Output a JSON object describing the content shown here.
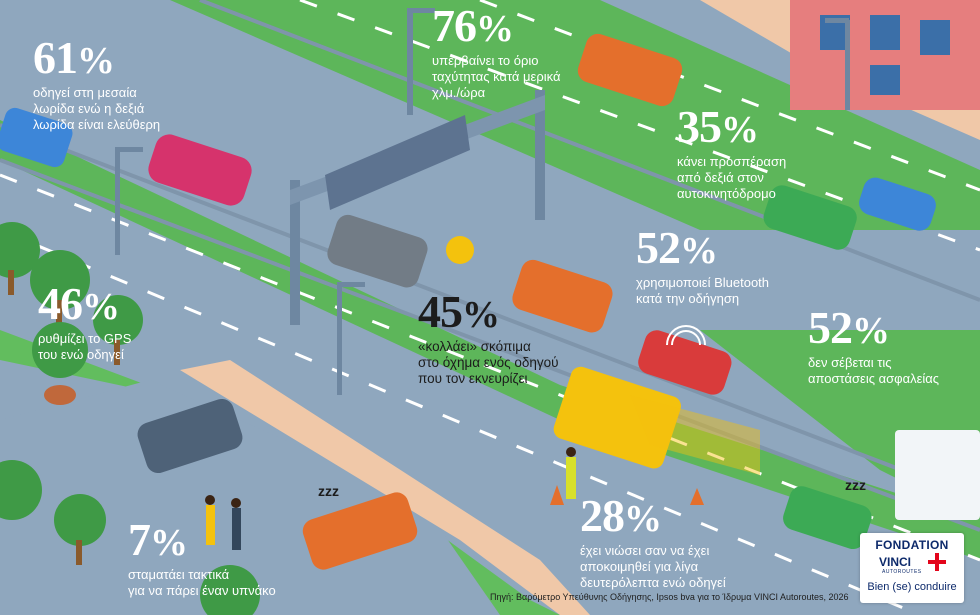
{
  "stats": [
    {
      "id": "s61",
      "value": "61",
      "unit": "%",
      "text": [
        "οδηγεί στη μεσαία",
        "λωρίδα ενώ η δεξιά",
        "λωρίδα είναι ελεύθερη"
      ]
    },
    {
      "id": "s76",
      "value": "76",
      "unit": "%",
      "text": [
        "υπερβαίνει το όριο",
        "ταχύτητας κατά μερικά",
        "χλμ./ώρα"
      ]
    },
    {
      "id": "s35",
      "value": "35",
      "unit": "%",
      "text": [
        "κάνει προσπέραση",
        "από δεξιά στον",
        "αυτοκινητόδρομο"
      ]
    },
    {
      "id": "s52a",
      "value": "52",
      "unit": "%",
      "text": [
        "χρησιμοποιεί Bluetooth",
        "κατά την οδήγηση"
      ]
    },
    {
      "id": "s46",
      "value": "46",
      "unit": "%",
      "text": [
        "ρυθμίζει το GPS",
        "του ενώ οδηγεί"
      ]
    },
    {
      "id": "s45",
      "value": "45",
      "unit": "%",
      "text": [
        "«κολλάει» σκόπιμα",
        "στο όχημα ενός οδηγού",
        "που τον εκνευρίζει"
      ]
    },
    {
      "id": "s52b",
      "value": "52",
      "unit": "%",
      "text": [
        "δεν σέβεται τις",
        "αποστάσεις ασφαλείας"
      ]
    },
    {
      "id": "s7",
      "value": "7",
      "unit": "%",
      "text": [
        "σταματάει τακτικά",
        "για να πάρει έναν υπνάκο"
      ]
    },
    {
      "id": "s28",
      "value": "28",
      "unit": "%",
      "text": [
        "έχει νιώσει σαν να έχει",
        "αποκοιμηθεί για λίγα",
        "δευτερόλεπτα ενώ οδηγεί"
      ]
    }
  ],
  "source": "Πηγή: Βαρόμετρο Υπεύθυνης Οδήγησης, Ipsos bva για το Ίδρυμα VINCI Autoroutes, 2026",
  "logo": {
    "line1": "FONDATION",
    "line2": "VINCI",
    "line2b": "AUTOROUTES",
    "line3": "Bien (se) conduire"
  },
  "zzz": [
    "zzz",
    "zzz"
  ],
  "colors": {
    "grass": "#5cb85c",
    "road": "#8fa7be",
    "orange": "#e46f2c",
    "pink": "#d6336c",
    "red": "#d93b3b",
    "blue": "#3d86d8",
    "green": "#3caa55",
    "brand": "#0d2a6b",
    "accent": "#e3051b"
  }
}
